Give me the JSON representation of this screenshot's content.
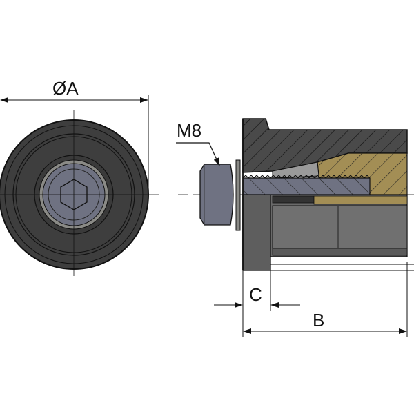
{
  "labels": {
    "diameter": "ØA",
    "thread": "M8",
    "dim_c": "C",
    "dim_b": "B"
  },
  "colors": {
    "body": "#4a4a4a",
    "screw": "#6f7282",
    "brass": "#a38e55",
    "bore": "#6a6a6a"
  }
}
